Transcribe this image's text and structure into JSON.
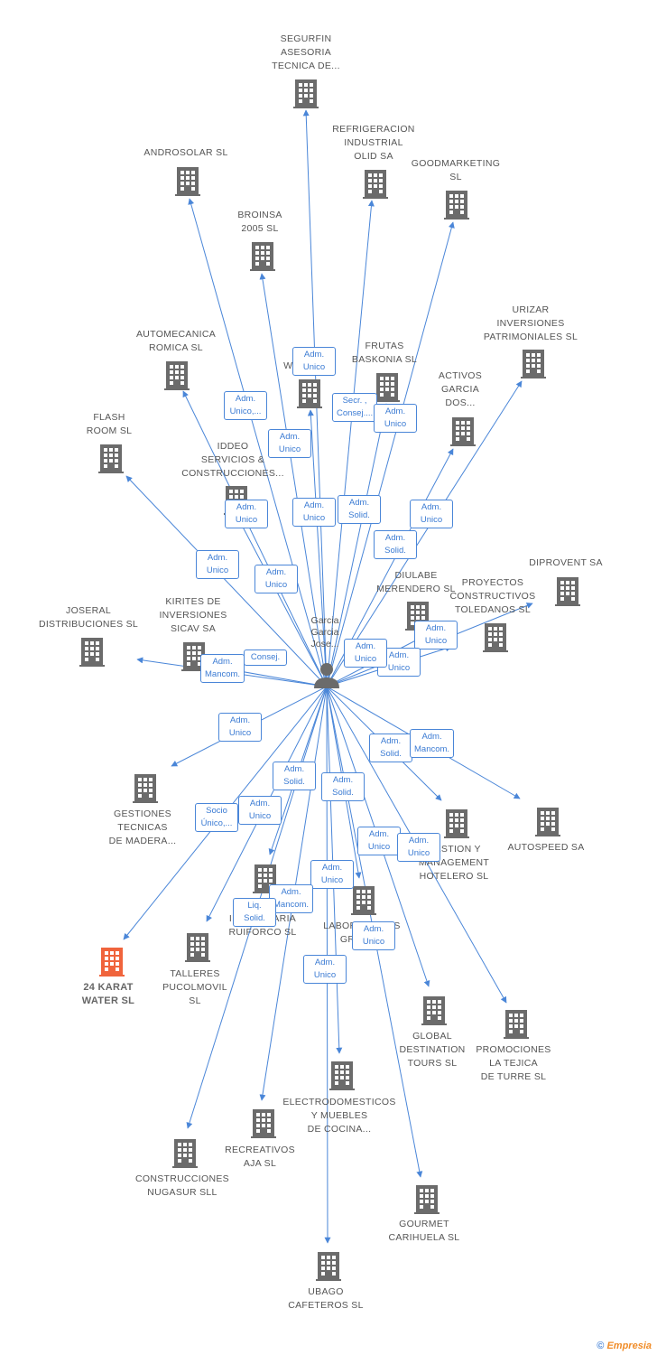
{
  "center": {
    "label": "Garcia\nGarcia\nJose..."
  },
  "nodes": [
    {
      "id": "segurfin",
      "label": "SEGURFIN\nASESORIA\nTECNICA DE..."
    },
    {
      "id": "refrigeracion",
      "label": "REFRIGERACION\nINDUSTRIAL\nOLID SA"
    },
    {
      "id": "androsolar",
      "label": "ANDROSOLAR SL"
    },
    {
      "id": "goodmarketing",
      "label": "GOODMARKETING\nSL"
    },
    {
      "id": "broinsa",
      "label": "BROINSA\n2005 SL"
    },
    {
      "id": "urizar",
      "label": "URIZAR\nINVERSIONES\nPATRIMONIALES SL"
    },
    {
      "id": "automecanica",
      "label": "AUTOMECANICA\nROMICA SL"
    },
    {
      "id": "wus",
      "label": "WUS... SL"
    },
    {
      "id": "frutas",
      "label": "FRUTAS\nBASKONIA SL"
    },
    {
      "id": "activos",
      "label": "ACTIVOS\nGARCIA\nDOS..."
    },
    {
      "id": "flash",
      "label": "FLASH\nROOM SL"
    },
    {
      "id": "iddeo",
      "label": "IDDEO\nSERVICIOS &\nCONSTRUCCIONES..."
    },
    {
      "id": "diprovent",
      "label": "DIPROVENT SA"
    },
    {
      "id": "diulabe",
      "label": "DIULABE\nMERENDERO SL"
    },
    {
      "id": "proyectos",
      "label": "PROYECTOS\nCONSTRUCTIVOS\nTOLEDANOS SL"
    },
    {
      "id": "joseral",
      "label": "JOSERAL\nDISTRIBUCIONES SL"
    },
    {
      "id": "kirites",
      "label": "KIRITES DE\nINVERSIONES\nSICAV SA"
    },
    {
      "id": "gestiones",
      "label": "GESTIONES\nTECNICAS\nDE MADERA..."
    },
    {
      "id": "gestion",
      "label": "GESTION Y\nMANAGEMENT\nHOTELERO SL"
    },
    {
      "id": "autospeed",
      "label": "AUTOSPEED SA"
    },
    {
      "id": "karat",
      "label": "24 KARAT\nWATER SL",
      "focal": true
    },
    {
      "id": "talleres",
      "label": "TALLERES\nPUCOLMOVIL\nSL"
    },
    {
      "id": "inmobiliaria",
      "label": "INMOBILIARIA\nRUIFORCO SL"
    },
    {
      "id": "laboratorios",
      "label": "LABORATORIOS\nGRIFOLS"
    },
    {
      "id": "global",
      "label": "GLOBAL\nDESTINATION\nTOURS SL"
    },
    {
      "id": "promociones",
      "label": "PROMOCIONES\nLA TEJICA\nDE TURRE SL"
    },
    {
      "id": "electro",
      "label": "ELECTRODOMESTICOS\nY MUEBLES\nDE COCINA..."
    },
    {
      "id": "recreativos",
      "label": "RECREATIVOS\nAJA SL"
    },
    {
      "id": "construcciones",
      "label": "CONSTRUCCIONES\nNUGASUR SLL"
    },
    {
      "id": "gourmet",
      "label": "GOURMET\nCARIHUELA SL"
    },
    {
      "id": "ubago",
      "label": "UBAGO\nCAFETEROS SL"
    }
  ],
  "edge_labels": [
    {
      "target": "segurfin",
      "label": "Adm.\nUnico"
    },
    {
      "target": "androsolar",
      "label": "Adm.\nUnico,..."
    },
    {
      "target": "broinsa",
      "label": "Adm.\nUnico"
    },
    {
      "target": "refrigeracion",
      "label": "Secr. ,\nConsej...."
    },
    {
      "target": "goodmarketing",
      "label": "Adm.\nUnico"
    },
    {
      "target": "automecanica",
      "label": "Adm.\nUnico"
    },
    {
      "target": "wus",
      "label": "Adm.\nUnico"
    },
    {
      "target": "frutas",
      "label": "Adm.\nSolid."
    },
    {
      "target": "urizar",
      "label": "Adm.\nUnico"
    },
    {
      "target": "activos",
      "label": "Adm.\nSolid."
    },
    {
      "target": "flash",
      "label": "Adm.\nUnico"
    },
    {
      "target": "iddeo",
      "label": "Adm.\nUnico"
    },
    {
      "target": "diprovent",
      "label": "Adm.\nUnico"
    },
    {
      "target": "proyectos",
      "label": "Adm.\nUnico"
    },
    {
      "target": "diulabe",
      "label": "Adm.\nUnico"
    },
    {
      "target": "kirites",
      "label": "Consej."
    },
    {
      "target": "joseral",
      "label": "Adm.\nMancom."
    },
    {
      "target": "gestiones",
      "label": "Adm.\nUnico"
    },
    {
      "target": "gestion",
      "label": "Adm.\nSolid."
    },
    {
      "target": "autospeed",
      "label": "Adm.\nMancom."
    },
    {
      "target": "talleres",
      "label": "Adm.\nSolid."
    },
    {
      "target": "inmobiliaria",
      "label": "Adm.\nSolid."
    },
    {
      "target": "karat",
      "label": "Socio\nÚnico,..."
    },
    {
      "target": "construcciones",
      "label": "Adm.\nUnico"
    },
    {
      "target": "global",
      "label": "Adm.\nUnico"
    },
    {
      "target": "promociones",
      "label": "Adm.\nUnico"
    },
    {
      "target": "laboratorios",
      "label": "Adm.\nUnico"
    },
    {
      "target": "recreativos",
      "label": "Adm.\nMancom."
    },
    {
      "target": "ubago",
      "label": "Liq.\nSolid."
    },
    {
      "target": "electro",
      "label": "Adm.\nUnico"
    },
    {
      "target": "gourmet",
      "label": "Adm.\nUnico"
    }
  ],
  "colors": {
    "edge": "#4a86d8",
    "building": "#6b6b6b",
    "focal_building": "#f0643c",
    "person": "#6b6b6b"
  },
  "footer": {
    "copyright": "©",
    "brand": "Empresia"
  }
}
